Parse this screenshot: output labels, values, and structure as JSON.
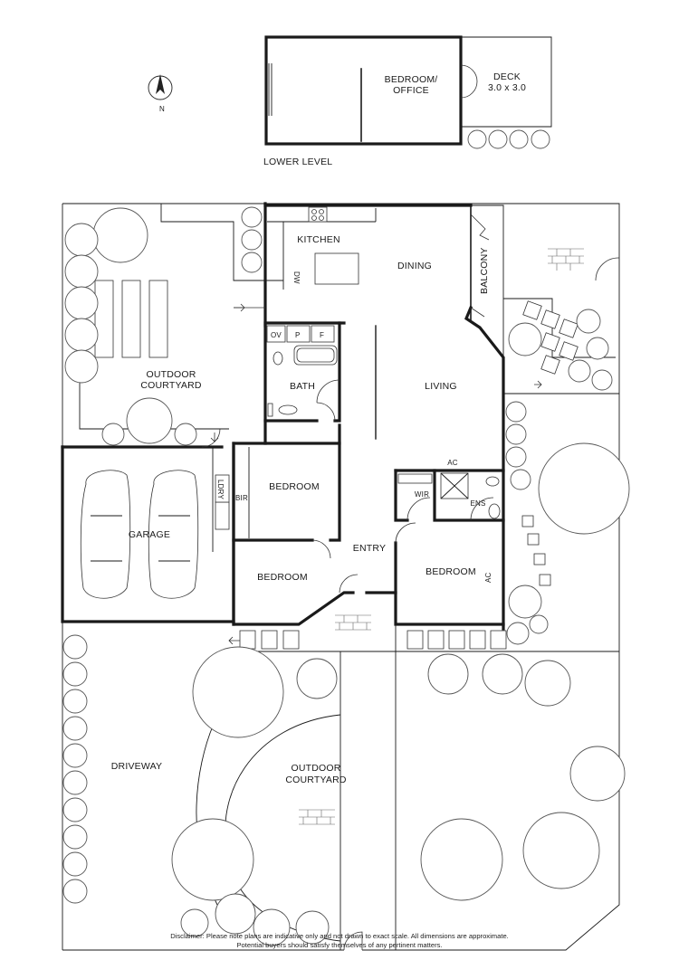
{
  "labels": {
    "lower_level": "LOWER LEVEL",
    "bedroom_office_1": "BEDROOM/",
    "bedroom_office_2": "OFFICE",
    "deck": "DECK",
    "deck_size": "3.0 x 3.0",
    "compass_n": "N",
    "kitchen": "KITCHEN",
    "dining": "DINING",
    "balcony": "BALCONY",
    "dw": "DW",
    "ov": "OV",
    "p": "P",
    "f": "F",
    "outdoor_courtyard_1": "OUTDOOR",
    "outdoor_courtyard_2": "COURTYARD",
    "bath": "BATH",
    "living": "LIVING",
    "ldry": "LDRY",
    "bir": "BIR",
    "bedroom": "BEDROOM",
    "garage": "GARAGE",
    "ac": "AC",
    "wir": "WIR",
    "ens": "ENS",
    "entry": "ENTRY",
    "bedroom_entry": "BEDROOM",
    "bedroom_ens": "BEDROOM",
    "ac_side": "AC",
    "driveway": "DRIVEWAY",
    "front_courtyard_1": "OUTDOOR",
    "front_courtyard_2": "COURTYARD"
  },
  "disclaimer": {
    "line1": "Disclaimer: Please note plans are indicative only and not drawn to exact scale. All dimensions are approximate.",
    "line2": "Potential buyers should satisfy themselves of any pertinent matters."
  }
}
